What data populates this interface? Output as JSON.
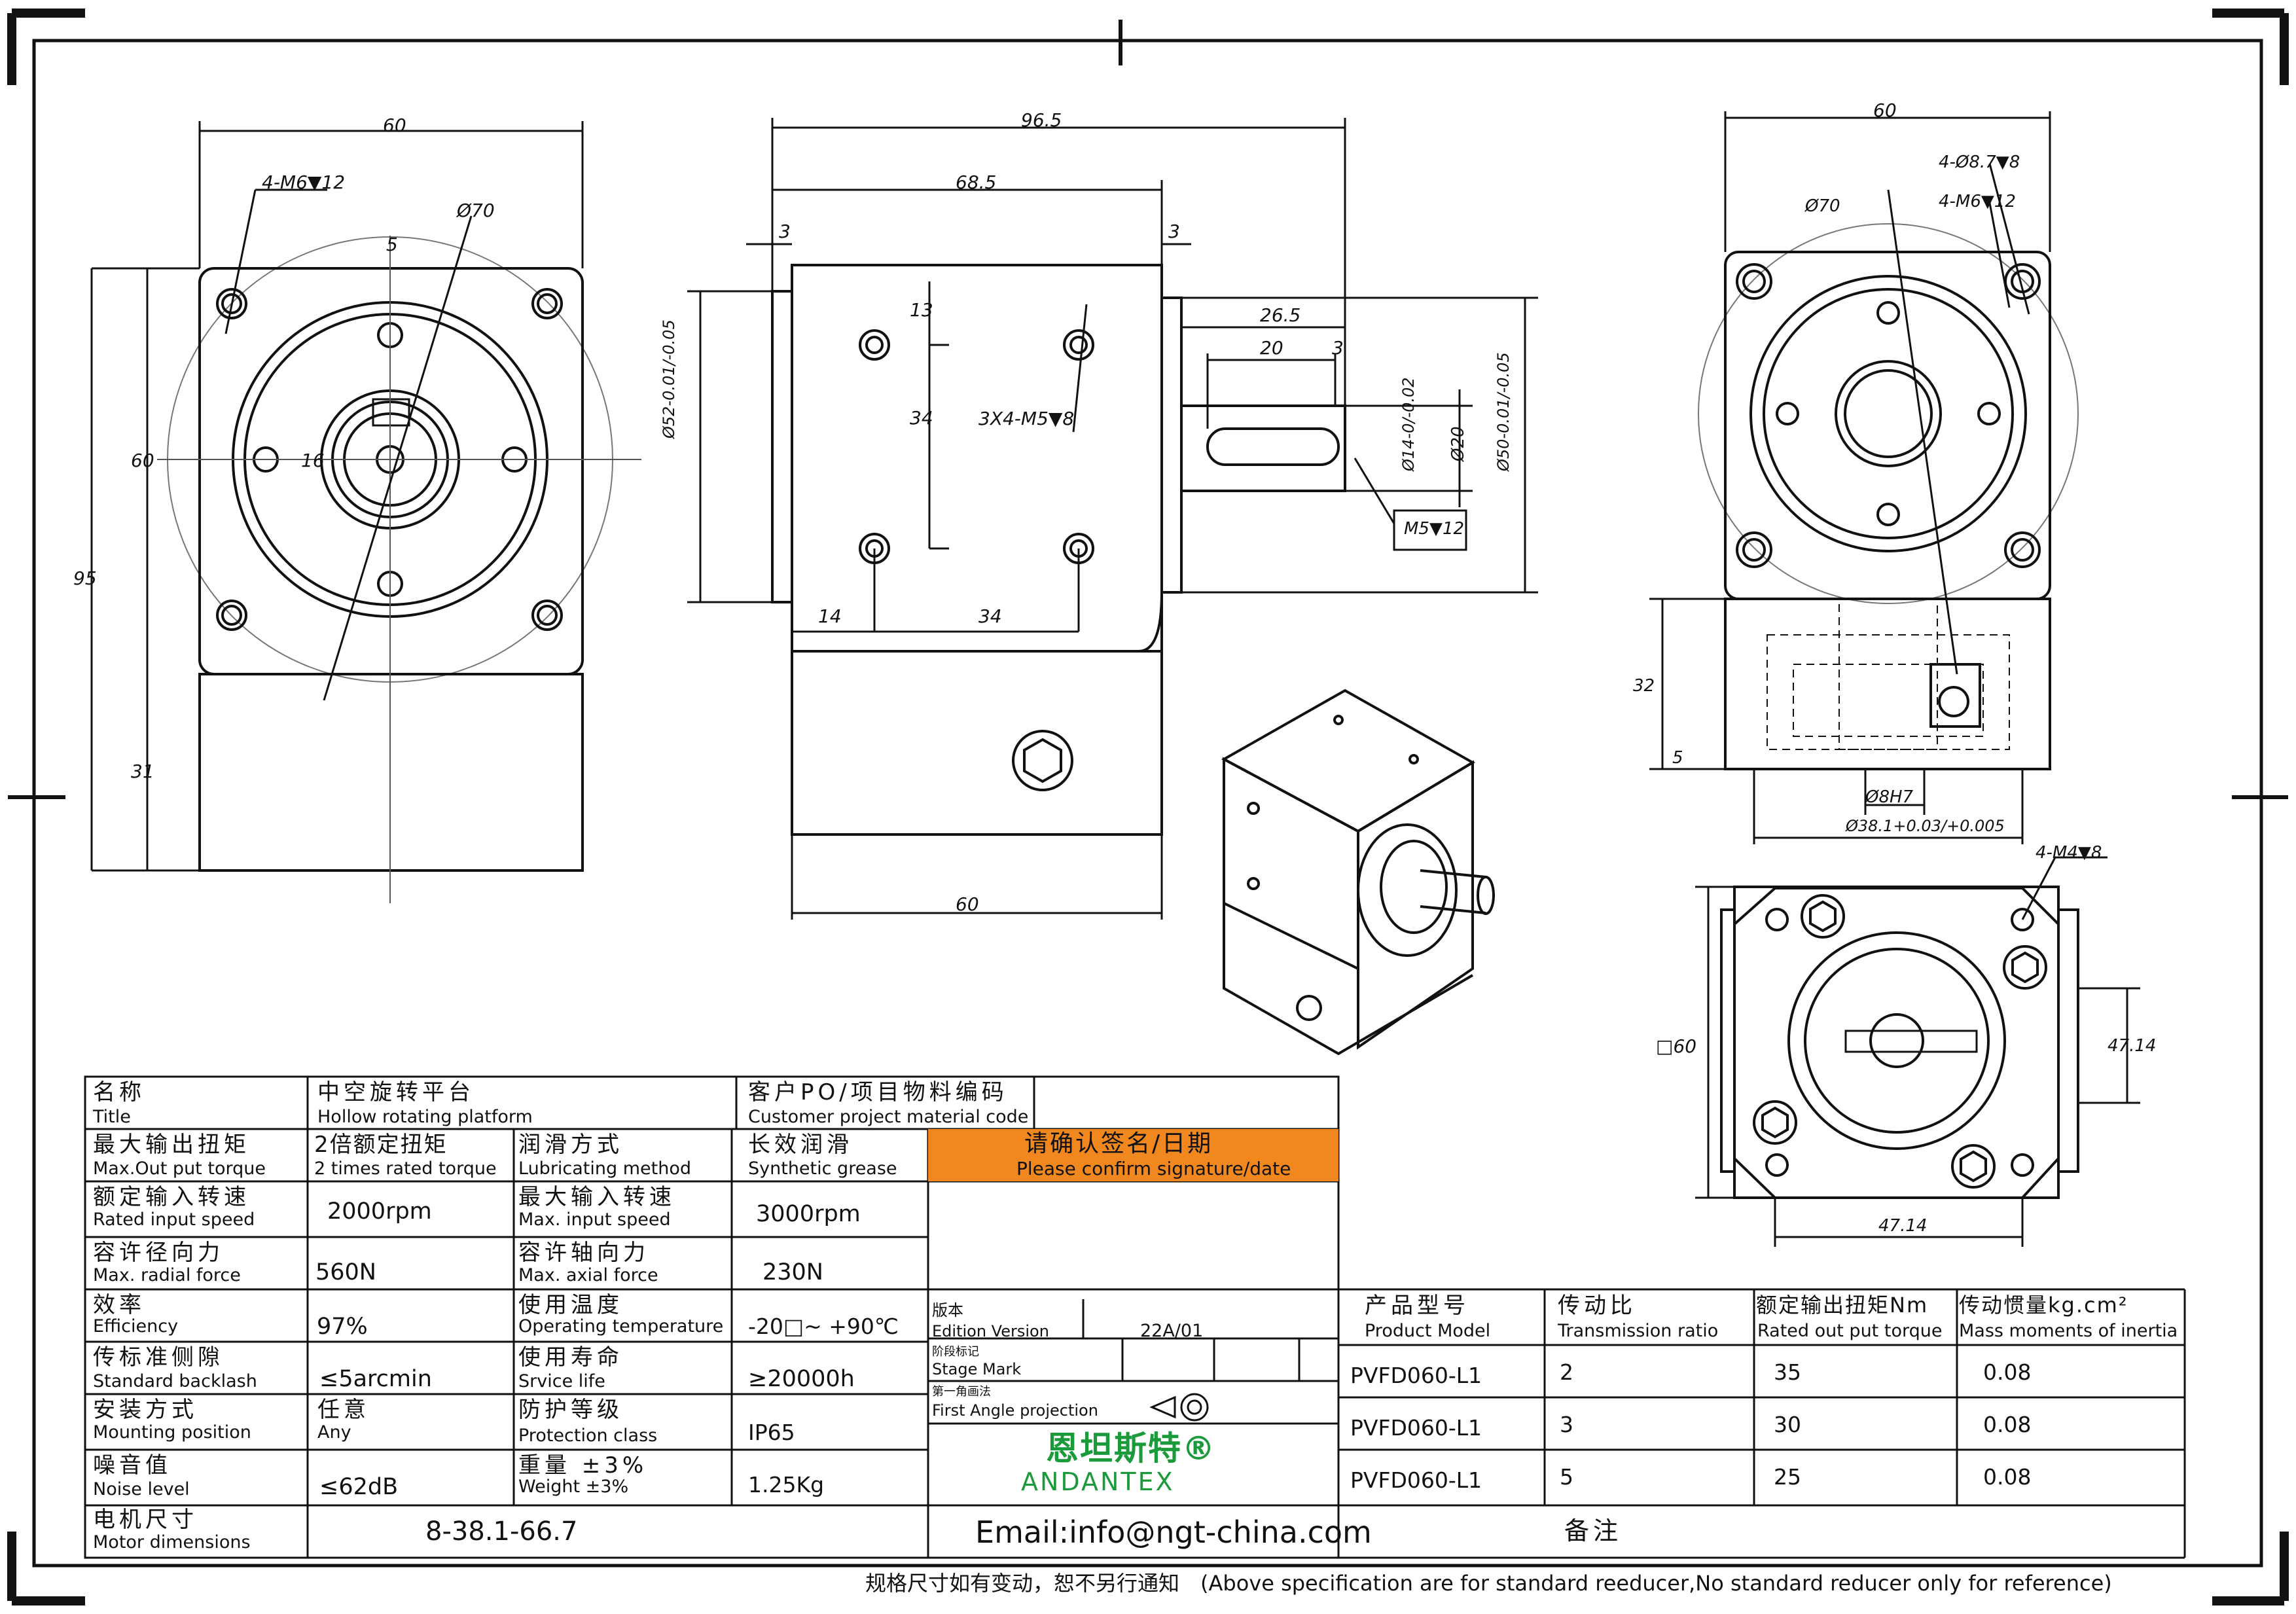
{
  "drawing": {
    "front_dims": {
      "width_top": "60",
      "holes": "4-M6▼12",
      "bolt_circle": "Ø70",
      "slot": "5",
      "bore": "16",
      "height_flange": "60",
      "height_total": "95",
      "height_lower": "31"
    },
    "side_dims": {
      "total_length": "96.5",
      "body_length": "68.5",
      "pilot_left": "3",
      "pilot_right": "3",
      "shaft_len": "26.5",
      "key_len": "20",
      "key_end": "3",
      "spacing_v": "13",
      "spacing_mid": "34",
      "tapped": "3X4-M5▼8",
      "pilot_dia": "Ø52-0.01/-0.05",
      "shaft_dia": "Ø14-0/-0.02",
      "shaft_d20": "Ø20",
      "pilot_dia2": "Ø50-0.01/-0.05",
      "thread": "M5▼12",
      "offset_h1": "14",
      "offset_h2": "34",
      "base_len": "60"
    },
    "right_dims": {
      "width_top": "60",
      "holes_a": "4-Ø8.7▼8",
      "holes_b": "4-M6▼12",
      "bolt_circle": "Ø70",
      "height": "32",
      "base": "5",
      "bore": "Ø8H7",
      "spigot": "Ø38.1+0.03/+0.005"
    },
    "bottom_dims": {
      "holes": "4-M4▼8",
      "square": "□60",
      "side_right": "47.14",
      "side_bottom": "47.14"
    }
  },
  "spec": {
    "title_cn": "名称",
    "title_en": "Title",
    "product_cn": "中空旋转平台",
    "product_en": "Hollow rotating platform",
    "po_cn": "客户PO/项目物料编码",
    "po_en": "Customer project material code",
    "rows": [
      {
        "l1_cn": "最大输出扭矩",
        "l1_en": "Max.Out put torque",
        "v1_cn": "2倍额定扭矩",
        "v1_en": "2 times rated torque",
        "l2_cn": "润滑方式",
        "l2_en": "Lubricating method",
        "v2_cn": "长效润滑",
        "v2_en": "Synthetic grease"
      },
      {
        "l1_cn": "额定输入转速",
        "l1_en": "Rated input speed",
        "v1": "2000rpm",
        "l2_cn": "最大输入转速",
        "l2_en": "Max. input speed",
        "v2": "3000rpm"
      },
      {
        "l1_cn": "容许径向力",
        "l1_en": "Max. radial force",
        "v1": "560N",
        "l2_cn": "容许轴向力",
        "l2_en": "Max. axial force",
        "v2": "230N"
      },
      {
        "l1_cn": "效率",
        "l1_en": "Efficiency",
        "v1": "97%",
        "l2_cn": "使用温度",
        "l2_en": "Operating temperature",
        "v2": "-20□~ +90℃"
      },
      {
        "l1_cn": "传标准侧隙",
        "l1_en": "Standard backlash",
        "v1": "≤5arcmin",
        "l2_cn": "使用寿命",
        "l2_en": "Srvice life",
        "v2": "≥20000h"
      },
      {
        "l1_cn": "安装方式",
        "l1_en": "Mounting position",
        "v1_cn": "任意",
        "v1_en": "Any",
        "l2_cn": "防护等级",
        "l2_en": "Protection class",
        "v2": "IP65"
      },
      {
        "l1_cn": "噪音值",
        "l1_en": "Noise level",
        "v1": "≤62dB",
        "l2_cn": "重量 ±3%",
        "l2_en": "Weight ±3%",
        "v2": "1.25Kg"
      }
    ],
    "motor_cn": "电机尺寸",
    "motor_en": "Motor dimensions",
    "motor_val": "8-38.1-66.7"
  },
  "confirm": {
    "cn": "请确认签名/日期",
    "en": "Please confirm signature/date",
    "color": "#f0871f"
  },
  "edition": {
    "cn": "版本",
    "en": "Edition Version",
    "value": "22A/01",
    "stage_cn": "阶段标记",
    "stage_en": "Stage Mark",
    "proj_cn": "第一角画法",
    "proj_en": "First Angle projection"
  },
  "logo": {
    "cn": "恩坦斯特®",
    "en": "ANDANTEX",
    "color": "#1a9a3a"
  },
  "email": "Email:info@ngt-china.com",
  "model_table": {
    "headers": [
      {
        "cn": "产品型号",
        "en": "Product Model"
      },
      {
        "cn": "传动比",
        "en": "Transmission ratio"
      },
      {
        "cn": "额定输出扭矩Nm",
        "en": "Rated out put torque"
      },
      {
        "cn": "传动惯量kg.cm²",
        "en": "Mass moments of inertia"
      }
    ],
    "rows": [
      [
        "PVFD060-L1",
        "2",
        "35",
        "0.08"
      ],
      [
        "PVFD060-L1",
        "3",
        "30",
        "0.08"
      ],
      [
        "PVFD060-L1",
        "5",
        "25",
        "0.08"
      ]
    ],
    "remark": "备注"
  },
  "footer": "规格尺寸如有变动，恕不另行通知　(Above specification are for standard reeducer,No standard reducer only for reference)"
}
